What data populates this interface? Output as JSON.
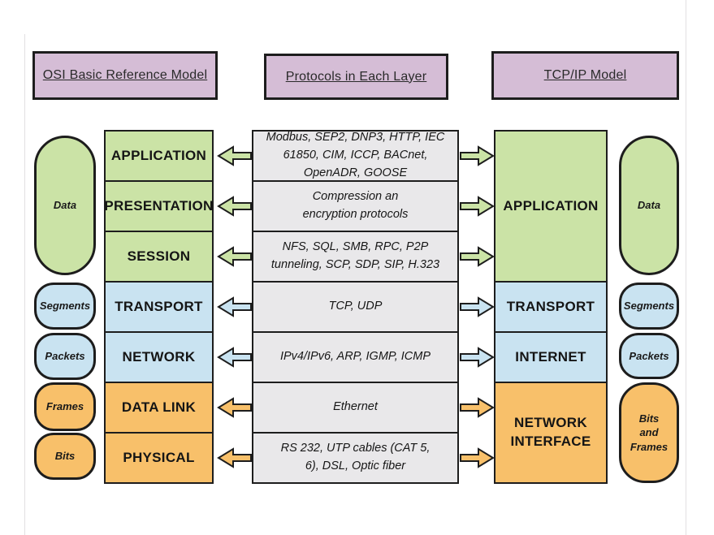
{
  "headers": {
    "osi": "OSI Basic Reference Model",
    "protocols": "Protocols in Each Layer",
    "tcpip": "TCP/IP Model"
  },
  "osi": {
    "layers": [
      {
        "label": "APPLICATION",
        "group": "green"
      },
      {
        "label": "PRESENTATION",
        "group": "green"
      },
      {
        "label": "SESSION",
        "group": "green"
      },
      {
        "label": "TRANSPORT",
        "group": "blue"
      },
      {
        "label": "NETWORK",
        "group": "blue"
      },
      {
        "label": "DATA LINK",
        "group": "orange"
      },
      {
        "label": "PHYSICAL",
        "group": "orange"
      }
    ]
  },
  "protocols": {
    "rows": [
      {
        "text": "Modbus, SEP2, DNP3, HTTP, IEC 61850, CIM, ICCP, BACnet, OpenADR, GOOSE"
      },
      {
        "text": "Compression an encryption protocols"
      },
      {
        "text": "NFS, SQL, SMB, RPC, P2P tunneling, SCP, SDP, SIP, H.323"
      },
      {
        "text": "TCP, UDP"
      },
      {
        "text": "IPv4/IPv6, ARP, IGMP, ICMP"
      },
      {
        "text": "Ethernet"
      },
      {
        "text": "RS 232, UTP cables (CAT 5, 6), DSL, Optic fiber"
      }
    ]
  },
  "tcpip": {
    "layers": [
      {
        "label": "APPLICATION",
        "group": "green",
        "spans_osi_rows": 3
      },
      {
        "label": "TRANSPORT",
        "group": "blue",
        "spans_osi_rows": 1
      },
      {
        "label": "INTERNET",
        "group": "blue",
        "spans_osi_rows": 1
      },
      {
        "label": "NETWORK INTERFACE",
        "group": "orange",
        "spans_osi_rows": 2
      }
    ]
  },
  "left_units": [
    {
      "label": "Data",
      "group": "green"
    },
    {
      "label": "Segments",
      "group": "blue"
    },
    {
      "label": "Packets",
      "group": "blue"
    },
    {
      "label": "Frames",
      "group": "orange"
    },
    {
      "label": "Bits",
      "group": "orange"
    }
  ],
  "right_units": [
    {
      "label": "Data",
      "group": "green"
    },
    {
      "label": "Segments",
      "group": "blue"
    },
    {
      "label": "Packets",
      "group": "blue"
    },
    {
      "label": "Bits and Frames",
      "group": "orange"
    }
  ],
  "arrows": {
    "left_direction": "left",
    "right_direction": "right",
    "count_per_side": 7,
    "colors_by_row": [
      "green",
      "green",
      "green",
      "blue",
      "blue",
      "orange",
      "orange"
    ]
  },
  "colors": {
    "green": "#cbe3a6",
    "blue": "#c9e3f1",
    "orange": "#f8c06a",
    "purple": "#d5bdd6",
    "gray": "#e9e8ea",
    "border": "#1d1d1d"
  }
}
